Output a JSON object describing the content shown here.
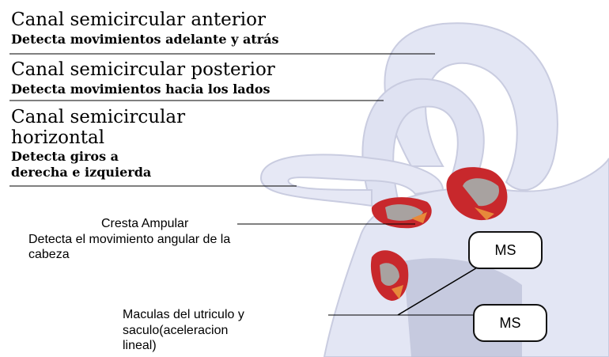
{
  "labels": {
    "anterior": {
      "title": "Canal semicircular anterior",
      "desc": "Detecta movimientos adelante y atrás"
    },
    "posterior": {
      "title": "Canal semicircular posterior",
      "desc": "Detecta movimientos hacia los lados"
    },
    "horizontal": {
      "title_line1": "Canal semicircular",
      "title_line2": "horizontal",
      "desc_line1": "Detecta giros a",
      "desc_line2": "derecha e izquierda"
    },
    "cresta": {
      "title": "Cresta Ampular",
      "desc_line1": "Detecta el movimiento angular de la",
      "desc_line2": "cabeza"
    },
    "maculas": {
      "line1": "Maculas del utriculo y",
      "line2": "saculo(aceleracion",
      "line3": "lineal)"
    },
    "ms_upper": "MS",
    "ms_lower": "MS"
  },
  "colors": {
    "labyrinth_fill": "#e3e6f4",
    "labyrinth_shadow": "#b9bdd6",
    "ampulla_red": "#c8282c",
    "ampulla_orange": "#e7893a",
    "crista_gray": "#a8a2a0"
  }
}
